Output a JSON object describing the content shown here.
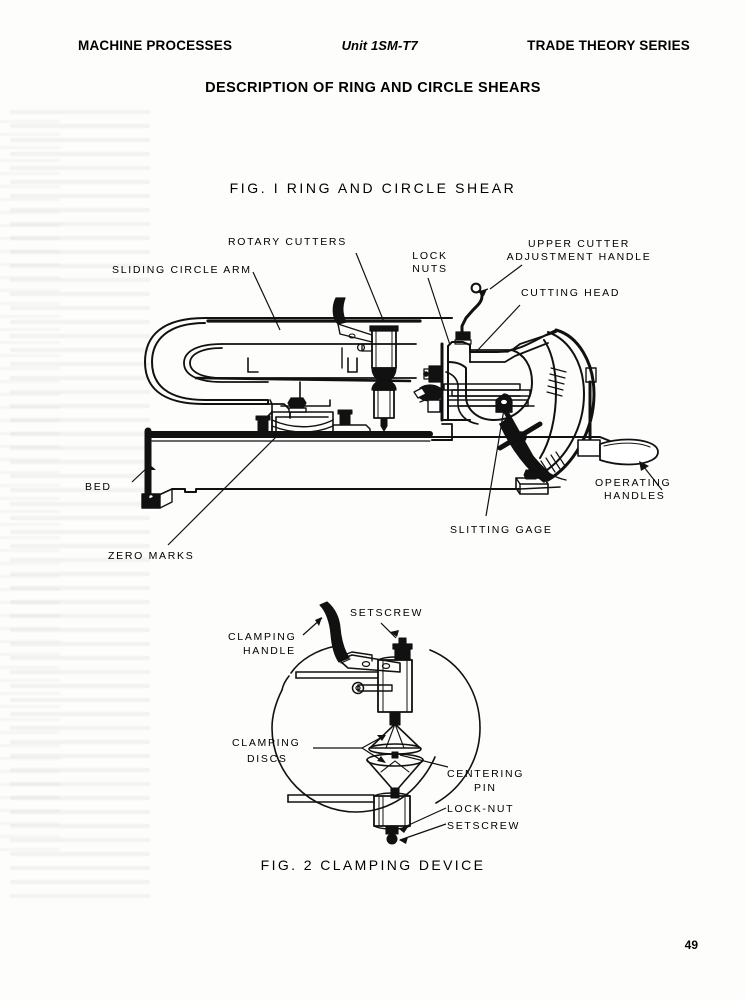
{
  "header": {
    "left": "MACHINE PROCESSES",
    "unit": "Unit 1SM-T7",
    "right": "TRADE THEORY SERIES"
  },
  "document": {
    "title": "DESCRIPTION OF RING AND CIRCLE SHEARS",
    "page_number": "49"
  },
  "figure1": {
    "caption": "FIG. I  RING  AND  CIRCLE  SHEAR",
    "labels": {
      "rotary_cutters": "ROTARY CUTTERS",
      "sliding_circle_arm": "SLIDING CIRCLE ARM",
      "lock_nuts_line1": "LOCK",
      "lock_nuts_line2": "NUTS",
      "upper_cutter_line1": "UPPER CUTTER",
      "upper_cutter_line2": "ADJUSTMENT HANDLE",
      "cutting_head": "CUTTING HEAD",
      "bed": "BED",
      "zero_marks": "ZERO MARKS",
      "slitting_gage": "SLITTING GAGE",
      "operating_handles_line1": "OPERATING",
      "operating_handles_line2": "HANDLES"
    }
  },
  "figure2": {
    "caption": "FIG. 2  CLAMPING  DEVICE",
    "labels": {
      "setscrew_top": "SETSCREW",
      "clamping_handle_line1": "CLAMPING",
      "clamping_handle_line2": "HANDLE",
      "clamping_discs_line1": "CLAMPING",
      "clamping_discs_line2": "DISCS",
      "centering_pin_line1": "CENTERING",
      "centering_pin_line2": "PIN",
      "lock_nut": "LOCK-NUT",
      "setscrew_bottom": "SETSCREW"
    }
  },
  "colors": {
    "ink": "#111111",
    "paper": "#fdfdfc"
  }
}
